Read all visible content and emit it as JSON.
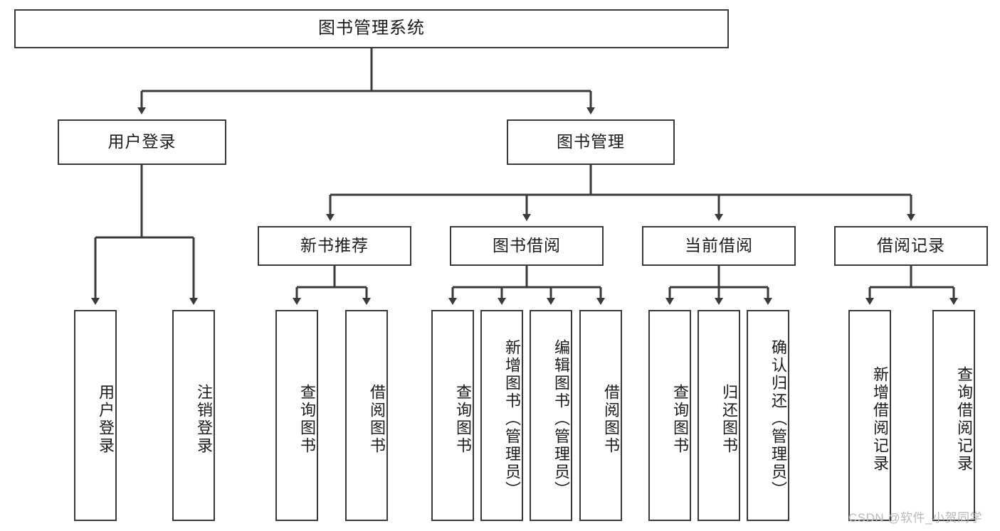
{
  "diagram": {
    "title": "图书管理系统",
    "type": "hierarchy-tree",
    "colors": {
      "box_border": "#3a3a3a",
      "box_fill": "#ffffff",
      "edge": "#3a3a3a",
      "text": "#1b1b1b",
      "watermark": "#b9b9b9",
      "background": "#ffffff"
    },
    "root": {
      "label": "图书管理系统"
    },
    "level2": [
      {
        "label": "用户登录"
      },
      {
        "label": "图书管理"
      }
    ],
    "level3": [
      {
        "label": "新书推荐"
      },
      {
        "label": "图书借阅"
      },
      {
        "label": "当前借阅"
      },
      {
        "label": "借阅记录"
      }
    ],
    "leaves": {
      "user_login": [
        {
          "label": "用户登录"
        },
        {
          "label": "注销登录"
        }
      ],
      "new_book_recommend": [
        {
          "label": "查询图书"
        },
        {
          "label": "借阅图书"
        }
      ],
      "book_borrow": [
        {
          "label": "查询图书"
        },
        {
          "label": "新增图书（管理员）"
        },
        {
          "label": "编辑图书（管理员）"
        },
        {
          "label": "借阅图书"
        }
      ],
      "current_borrow": [
        {
          "label": "查询图书"
        },
        {
          "label": "归还图书"
        },
        {
          "label": "确认归还（管理员）"
        }
      ],
      "borrow_record": [
        {
          "label": "新增借阅记录"
        },
        {
          "label": "查询借阅记录"
        }
      ]
    }
  },
  "watermark": {
    "text": "CSDN @软件_小贺同学"
  }
}
